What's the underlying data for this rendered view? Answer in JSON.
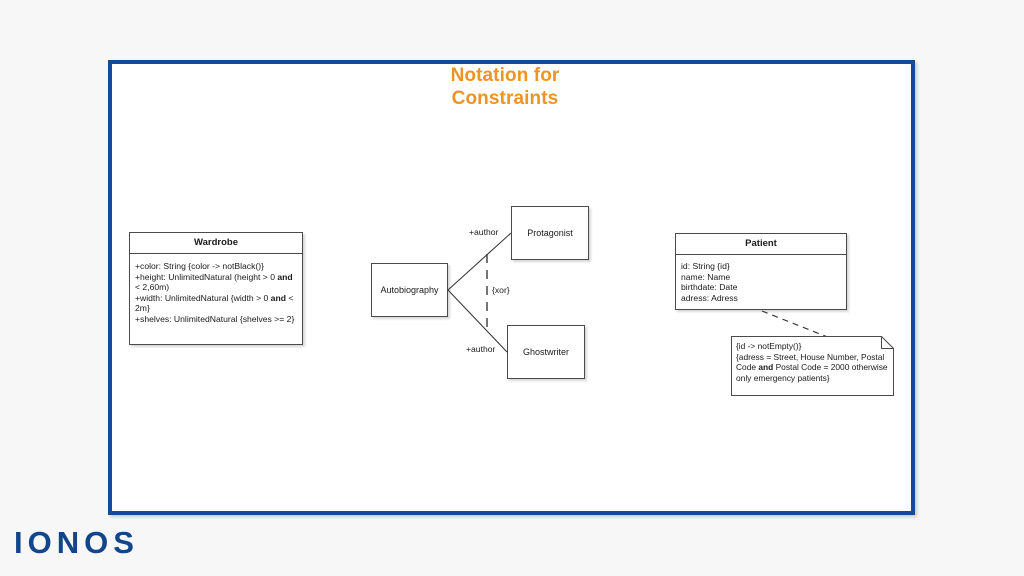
{
  "slide": {
    "title_line1": "Notation for",
    "title_line2": "Constraints",
    "border_color": "#17499b",
    "title_color": "#ee9325",
    "background_color": "#f7f7f7"
  },
  "wardrobe_class": {
    "name": "Wardrobe",
    "attributes": [
      {
        "pre": "+color: String {color -> notBlack()}",
        "bold": "",
        "post": ""
      },
      {
        "pre": "+height: UnlimitedNatural (height > 0 ",
        "bold": "and",
        "post": " < 2,60m)"
      },
      {
        "pre": "+width: UnlimitedNatural {width > 0 ",
        "bold": "and",
        "post": " < 2m}"
      },
      {
        "pre": "+shelves: UnlimitedNatural {shelves >= 2}",
        "bold": "",
        "post": ""
      }
    ]
  },
  "patient_class": {
    "name": "Patient",
    "attributes": [
      {
        "pre": "id: String {id}",
        "bold": "",
        "post": ""
      },
      {
        "pre": "name: Name",
        "bold": "",
        "post": ""
      },
      {
        "pre": "birthdate: Date",
        "bold": "",
        "post": ""
      },
      {
        "pre": "adress: Adress",
        "bold": "",
        "post": ""
      }
    ]
  },
  "patient_note": {
    "lines": [
      {
        "pre": "{id -> notEmpty()}",
        "bold": "",
        "post": ""
      },
      {
        "pre": "{adress = Street, House Number, Postal",
        "bold": "",
        "post": ""
      },
      {
        "pre": "Code ",
        "bold": "and",
        "post": " Postal Code = 2000 otherwise"
      },
      {
        "pre": "only emergency patients}",
        "bold": "",
        "post": ""
      }
    ]
  },
  "xor_diagram": {
    "source_box": "Autobiography",
    "target_box_top": "Protagonist",
    "target_box_bottom": "Ghostwriter",
    "label_author_top": "+author",
    "label_author_bottom": "+author",
    "constraint_label": "{xor}"
  },
  "branding": {
    "logo_text": "IONOS",
    "logo_color": "#13458a"
  }
}
